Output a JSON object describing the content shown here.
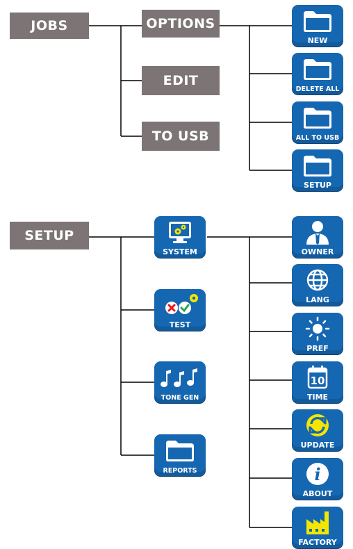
{
  "jobs": {
    "label": "JOBS",
    "options": "OPTIONS",
    "edit": "EDIT",
    "to_usb": "TO USB",
    "option_tiles": [
      {
        "label": "NEW",
        "icon": "folder-icon"
      },
      {
        "label": "DELETE ALL",
        "icon": "folder-icon"
      },
      {
        "label": "ALL TO USB",
        "icon": "folder-icon"
      },
      {
        "label": "SETUP",
        "icon": "folder-icon"
      }
    ]
  },
  "setup": {
    "label": "SETUP",
    "tiles": [
      {
        "label": "SYSTEM",
        "icon": "monitor-gear-icon"
      },
      {
        "label": "TEST",
        "icon": "test-pass-fail-icon"
      },
      {
        "label": "TONE GEN",
        "icon": "music-notes-icon"
      },
      {
        "label": "REPORTS",
        "icon": "folder-icon"
      }
    ],
    "system_tiles": [
      {
        "label": "OWNER",
        "icon": "person-icon"
      },
      {
        "label": "LANG",
        "icon": "globe-icon"
      },
      {
        "label": "PREF",
        "icon": "sun-icon"
      },
      {
        "label": "TIME",
        "icon": "calendar-icon",
        "day": "10"
      },
      {
        "label": "UPDATE",
        "icon": "refresh-icon"
      },
      {
        "label": "ABOUT",
        "icon": "info-icon",
        "glyph": "i"
      },
      {
        "label": "FACTORY",
        "icon": "factory-icon"
      }
    ]
  },
  "colors": {
    "box": "#7d7575",
    "tile": "#1667b1",
    "accent_yellow": "#f3e600",
    "line": "#000000"
  }
}
